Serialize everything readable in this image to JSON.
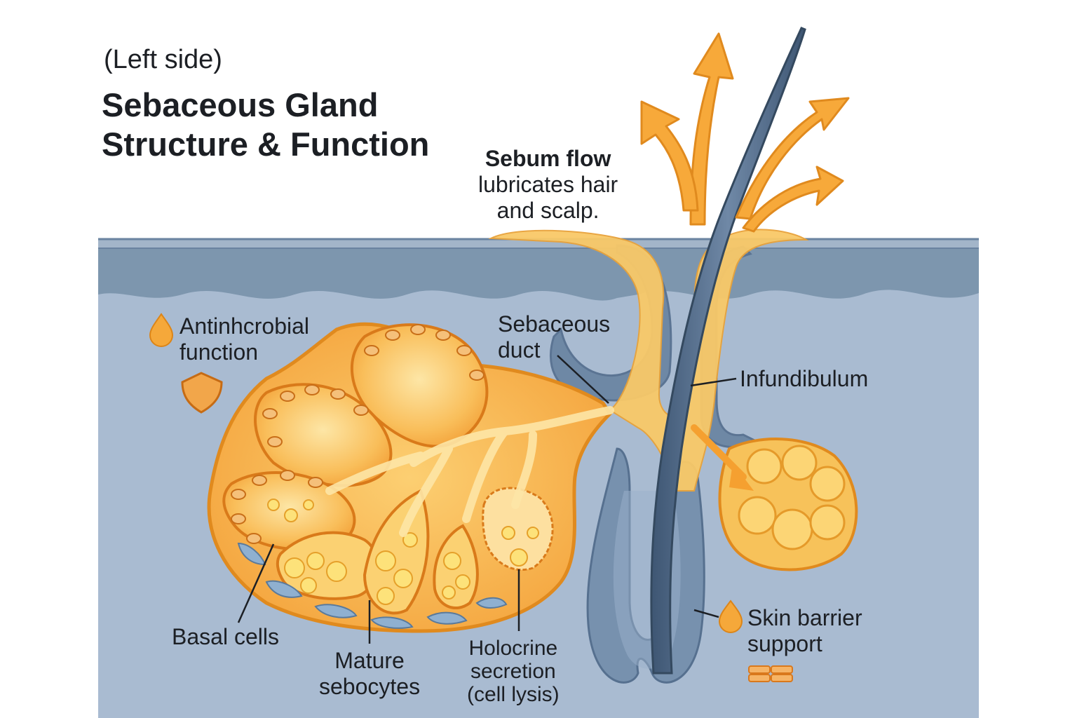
{
  "header": {
    "subtitle": "(Left side)",
    "title_line1": "Sebaceous Gland",
    "title_line2": "Structure & Function"
  },
  "labels": {
    "sebum_flow_title": "Sebum flow",
    "sebum_flow_line1": "lubricates hair",
    "sebum_flow_line2": "and scalp.",
    "antimicrobial_line1": "Antinhcrobial",
    "antimicrobial_line2": "function",
    "sebaceous_duct_line1": "Sebaceous",
    "sebaceous_duct_line2": "duct",
    "infundibulum": "Infundibulum",
    "basal_cells": "Basal cells",
    "mature_line1": "Mature",
    "mature_line2": "sebocytes",
    "holocrine_line1": "Holocrine",
    "holocrine_line2": "secretion",
    "holocrine_line3": "(cell lysis)",
    "barrier_line1": "Skin barrier",
    "barrier_line2": "support"
  },
  "colors": {
    "skin_upper": "#7a93ab",
    "skin_lower": "#a9bbd1",
    "hair": "#4e6886",
    "gland": "#f6b54a",
    "gland_light": "#fde09a",
    "gland_outline": "#e08a1e",
    "arrow": "#f7a93a",
    "text": "#1c1f24"
  },
  "icons": [
    "droplet-icon",
    "shield-icon",
    "barrier-icon",
    "sebum-arrow-icon"
  ]
}
